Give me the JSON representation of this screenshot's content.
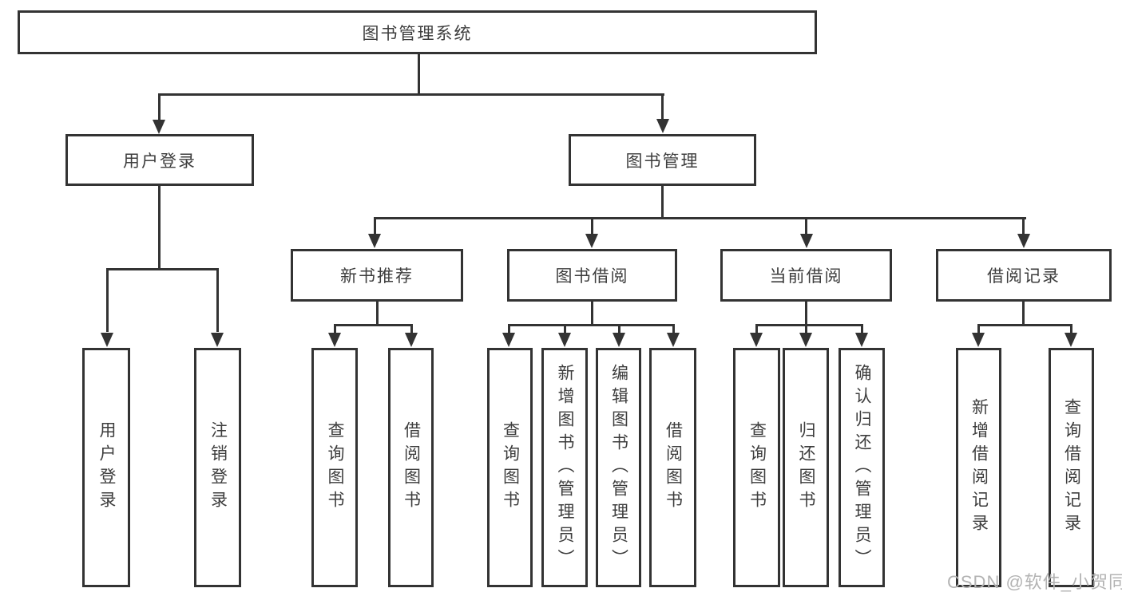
{
  "diagram": {
    "root": {
      "label": "图书管理系统"
    },
    "branches": {
      "user_login": {
        "label": "用户登录",
        "children": [
          "用户登录",
          "注销登录"
        ]
      },
      "book_management": {
        "label": "图书管理"
      }
    },
    "sections": [
      {
        "label": "新书推荐",
        "children": [
          "查询图书",
          "借阅图书"
        ]
      },
      {
        "label": "图书借阅",
        "children": [
          "查询图书",
          "新增图书（管理员）",
          "编辑图书（管理员）",
          "借阅图书"
        ]
      },
      {
        "label": "当前借阅",
        "children": [
          "查询图书",
          "归还图书",
          "确认归还（管理员）"
        ]
      },
      {
        "label": "借阅记录",
        "children": [
          "新增借阅记录",
          "查询借阅记录"
        ]
      }
    ]
  },
  "watermark": {
    "text": "CSDN @软件_小贺同学",
    "color": "#b3b3b3"
  },
  "colors": {
    "line": "#333333",
    "text": "#3d3d3d",
    "background": "#ffffff"
  }
}
